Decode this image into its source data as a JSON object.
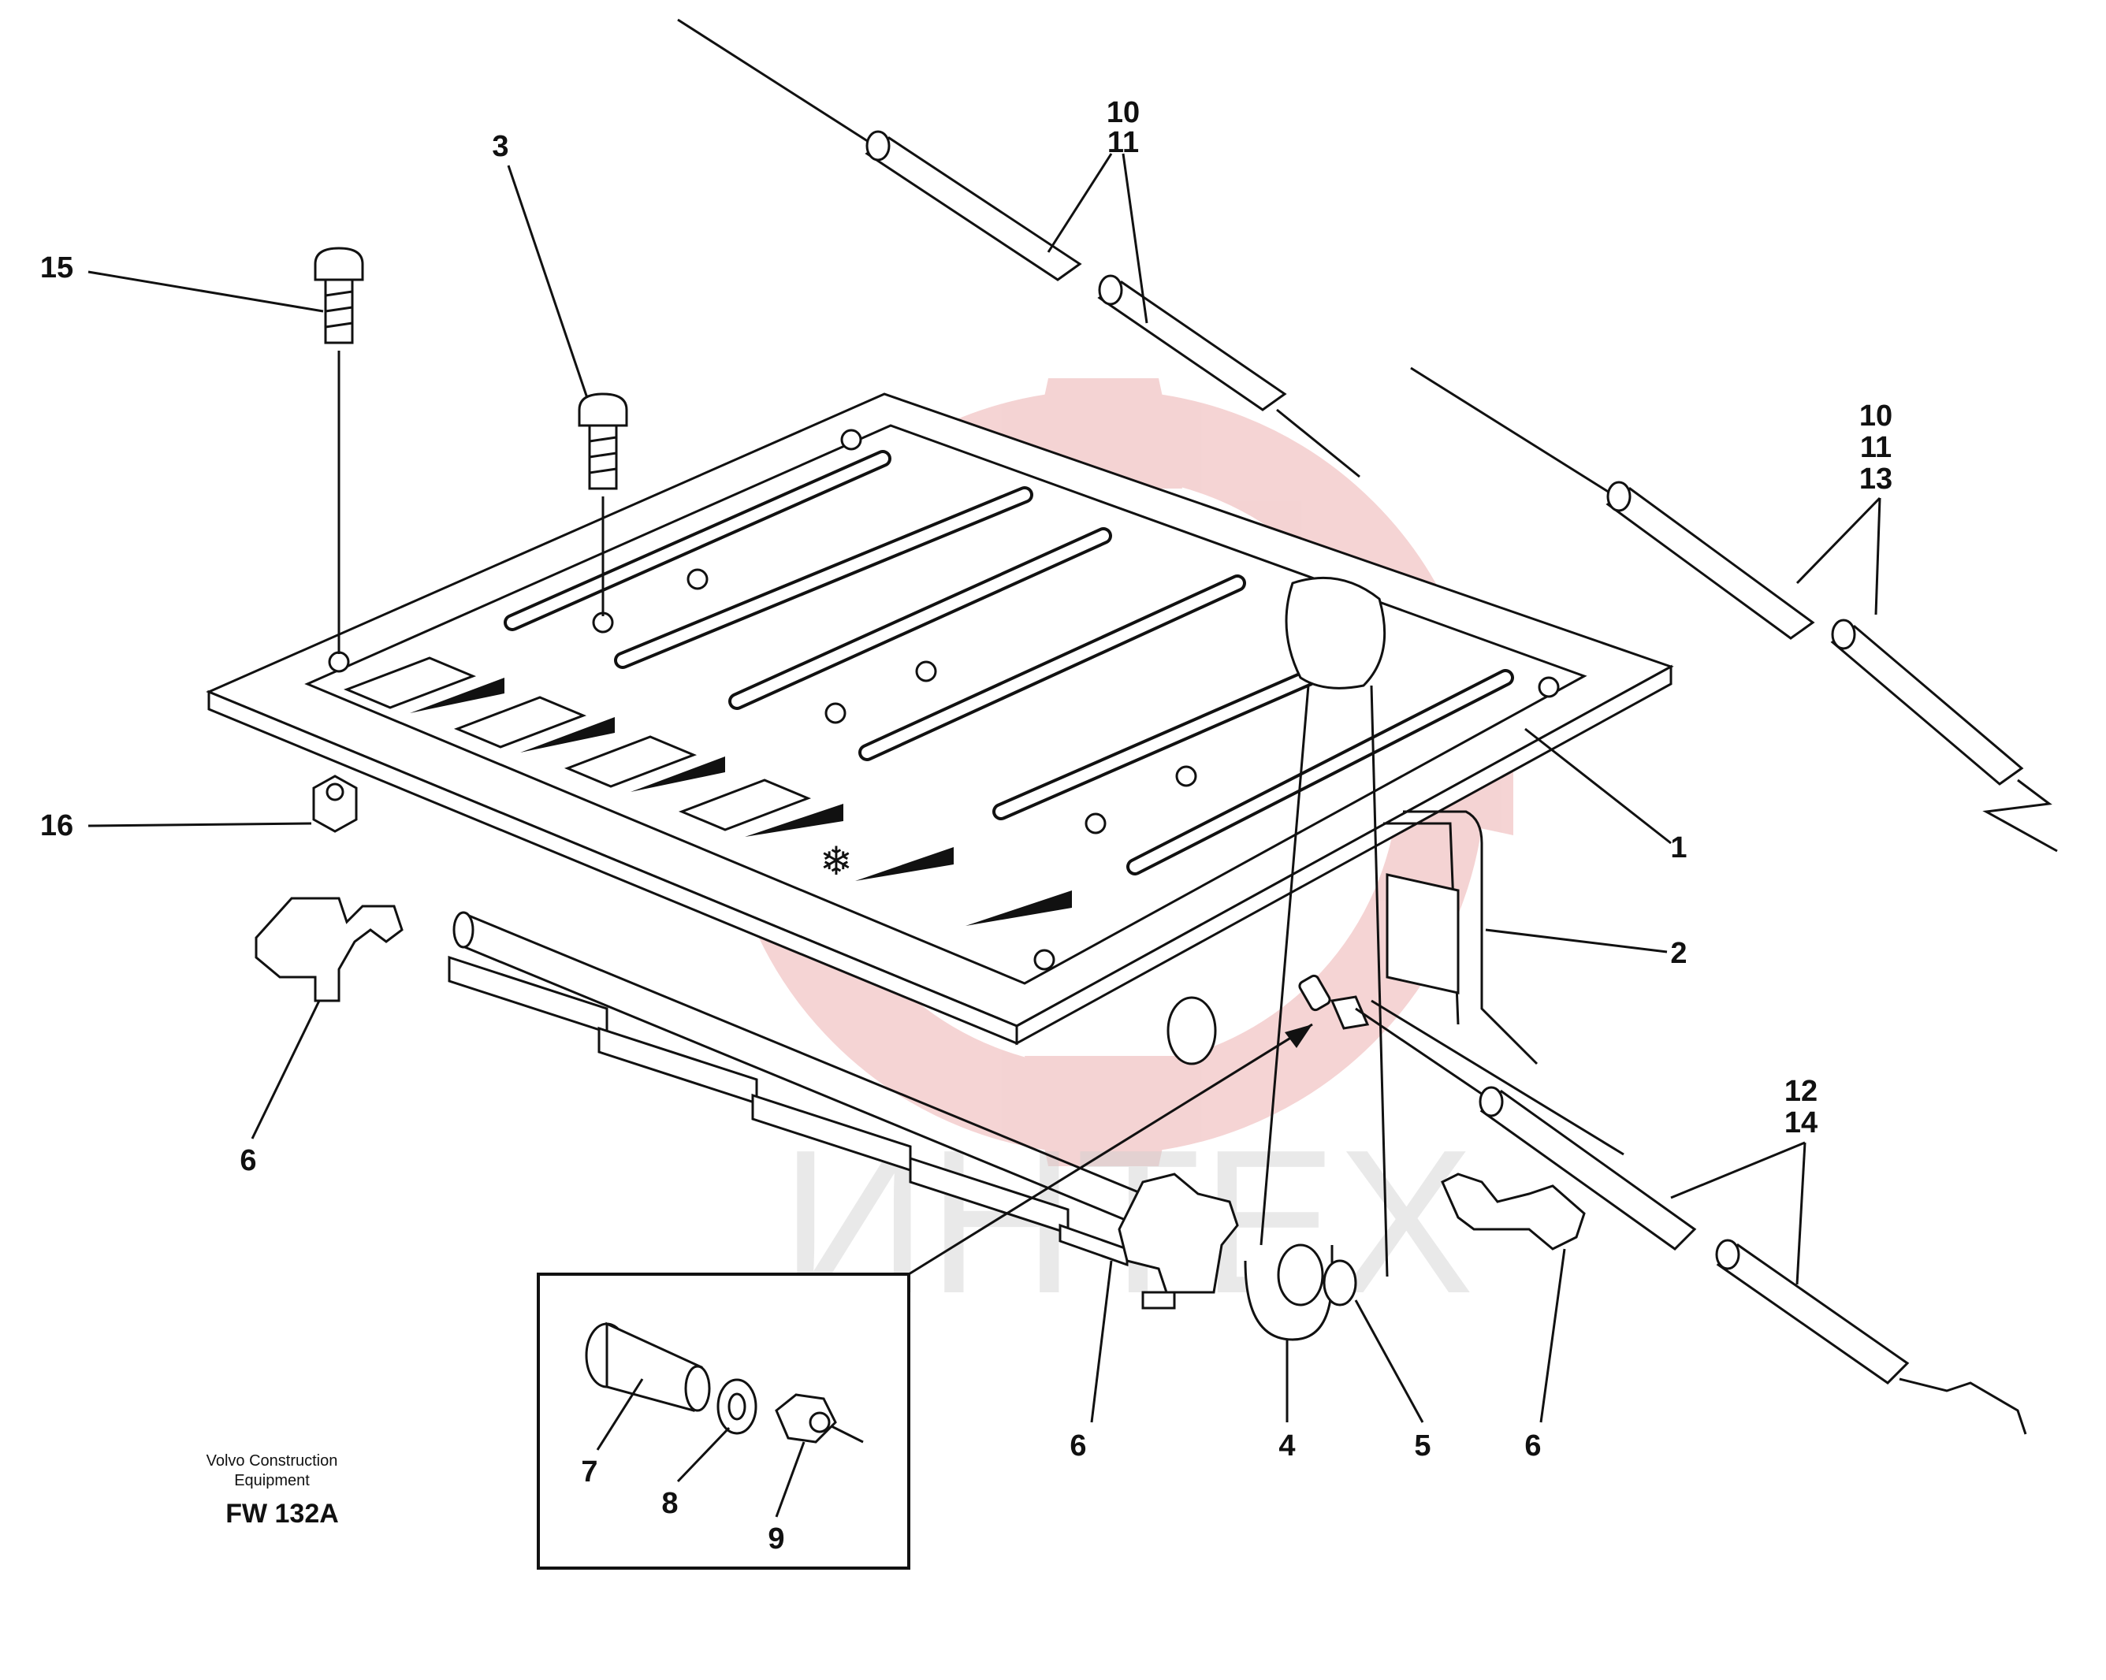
{
  "callouts": [
    {
      "id": "c1",
      "label": "1"
    },
    {
      "id": "c2",
      "label": "2"
    },
    {
      "id": "c3",
      "label": "3"
    },
    {
      "id": "c4",
      "label": "4"
    },
    {
      "id": "c5",
      "label": "5"
    },
    {
      "id": "c6a",
      "label": "6"
    },
    {
      "id": "c6b",
      "label": "6"
    },
    {
      "id": "c6c",
      "label": "6"
    },
    {
      "id": "c7",
      "label": "7"
    },
    {
      "id": "c8",
      "label": "8"
    },
    {
      "id": "c9",
      "label": "9"
    },
    {
      "id": "c10a",
      "label": "10"
    },
    {
      "id": "c11a",
      "label": "11"
    },
    {
      "id": "c10b",
      "label": "10"
    },
    {
      "id": "c11b",
      "label": "11"
    },
    {
      "id": "c13",
      "label": "13"
    },
    {
      "id": "c12",
      "label": "12"
    },
    {
      "id": "c14",
      "label": "14"
    },
    {
      "id": "c15",
      "label": "15"
    },
    {
      "id": "c16",
      "label": "16"
    }
  ],
  "footer": {
    "maker_line1": "Volvo Construction",
    "maker_line2": "Equipment",
    "code": "FW 132A"
  },
  "watermark": {
    "text": "ИНТЕХ",
    "color": "#e8a0a0"
  }
}
